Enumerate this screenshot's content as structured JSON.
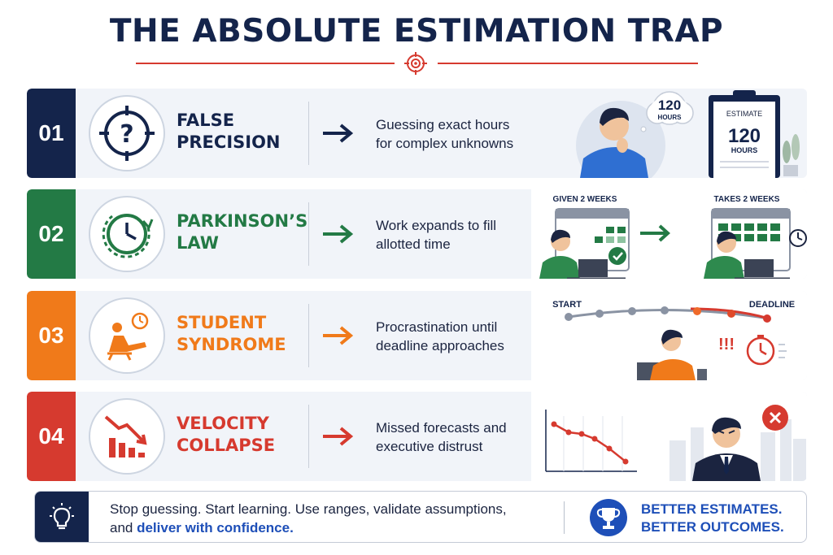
{
  "title": "THE ABSOLUTE ESTIMATION TRAP",
  "rows": [
    {
      "number": "01",
      "heading_line1": "FALSE",
      "heading_line2": "PRECISION",
      "desc_line1": "Guessing exact hours",
      "desc_line2": "for complex unknowns",
      "color": "#14244b",
      "icon": "question-target-icon",
      "illustration": {
        "thought_value": "120",
        "thought_unit": "HOURS",
        "board_label": "ESTIMATE",
        "board_value": "120",
        "board_unit": "HOURS"
      }
    },
    {
      "number": "02",
      "heading_line1": "PARKINSON’S",
      "heading_line2": "LAW",
      "desc_line1": "Work expands to fill",
      "desc_line2": "allotted time",
      "color": "#237a45",
      "icon": "clock-icon",
      "illustration": {
        "given_label": "GIVEN 2 WEEKS",
        "takes_label": "TAKES 2 WEEKS"
      }
    },
    {
      "number": "03",
      "heading_line1": "STUDENT",
      "heading_line2": "SYNDROME",
      "desc_line1": "Procrastination until",
      "desc_line2": "deadline approaches",
      "color": "#f07a1a",
      "icon": "relaxing-person-icon",
      "illustration": {
        "start_label": "START",
        "deadline_label": "DEADLINE",
        "alarm_text": "!!!"
      }
    },
    {
      "number": "04",
      "heading_line1": "VELOCITY",
      "heading_line2": "COLLAPSE",
      "desc_line1": "Missed forecasts and",
      "desc_line2": "executive distrust",
      "color": "#d63a2f",
      "icon": "declining-bars-icon",
      "illustration": {}
    }
  ],
  "footer": {
    "message_plain": "Stop guessing. Start learning. Use ranges, validate assumptions,",
    "message_plain2": "and ",
    "message_bold": "deliver with confidence.",
    "outcome_line1": "BETTER ESTIMATES.",
    "outcome_line2": "BETTER OUTCOMES."
  },
  "colors": {
    "navy": "#14244b",
    "green": "#237a45",
    "orange": "#f07a1a",
    "red": "#d63a2f",
    "blue": "#1e4fb8"
  }
}
